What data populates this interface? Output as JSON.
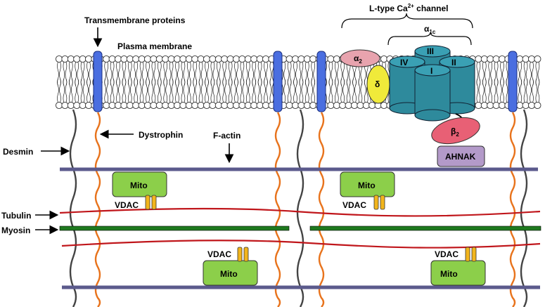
{
  "labels": {
    "transmembrane": "Transmembrane proteins",
    "plasma_membrane": "Plasma membrane",
    "dystrophin": "Dystrophin",
    "desmin": "Desmin",
    "factin": "F-actin",
    "tubulin": "Tubulin",
    "myosin": "Myosin",
    "ltype_main": "L-type Ca",
    "ltype_sup": "2+",
    "ltype_tail": " channel",
    "alpha1c_main": "α",
    "alpha1c_sub": "1c",
    "alpha2_main": "α",
    "alpha2_sub": "2",
    "delta": "δ",
    "beta2_main": "β",
    "beta2_sub": "2",
    "ahnak": "AHNAK",
    "sub_I": "I",
    "sub_II": "II",
    "sub_III": "III",
    "sub_IV": "IV",
    "mito": "Mito",
    "vdac": "VDAC"
  },
  "colors": {
    "lipid_head": "#ffffff",
    "lipid_stroke": "#333333",
    "transmembrane": "#4a6ee0",
    "dystrophin": "#e8731c",
    "desmin": "#444444",
    "factin": "#5b5a8c",
    "tubulin": "#c0161b",
    "myosin": "#1f7a1f",
    "mito_fill": "#8ccf4a",
    "vdac_fill": "#f2b51c",
    "channel_fill": "#2e8a9c",
    "alpha2_fill": "#e8a3ae",
    "delta_fill": "#f0ea3a",
    "beta2_fill": "#e86075",
    "ahnak_fill": "#b39ac9"
  }
}
